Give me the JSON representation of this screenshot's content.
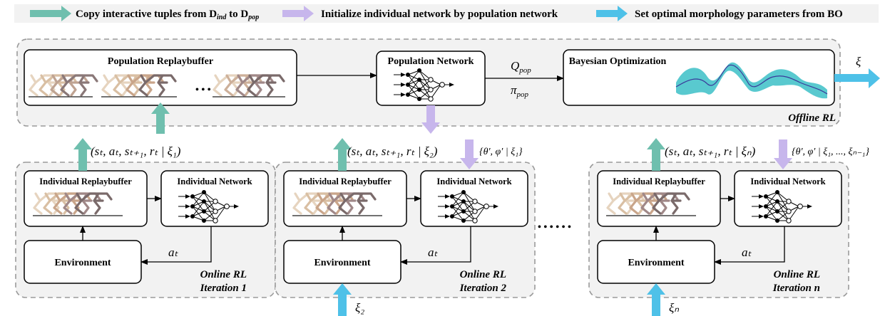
{
  "legend": {
    "copy_text": "Copy interactive tuples from D",
    "copy_sub1": "ind",
    "copy_mid": " to D",
    "copy_sub2": "pop",
    "init_text": "Initialize individual network by population network",
    "set_text": "Set optimal morphology parameters from BO"
  },
  "offline": {
    "replay_title": "Population Replaybuffer",
    "ellipsis": "• • •",
    "network_title": "Population Network",
    "q_label": "Q",
    "q_sub": "pop",
    "pi_label": "π",
    "pi_sub": "pop",
    "bo_title": "Bayesian Optimization",
    "xi_output": "ξ",
    "phase_label": "Offline RL"
  },
  "iterations": [
    {
      "tuple_text": "(s",
      "tuple": "(sₜ, aₜ, sₜ₊₁, rₜ | ξ₁)",
      "params": "",
      "replay_title": "Individual Replaybuffer",
      "network_title": "Individual Network",
      "env_title": "Environment",
      "action": "aₜ",
      "phase_line1": "Online RL",
      "phase_line2": "Iteration 1",
      "xi_input": ""
    },
    {
      "tuple": "(sₜ, aₜ, sₜ₊₁, rₜ | ξ₂)",
      "params": "{θ′, φ′ | ξ₁}",
      "replay_title": "Individual Replaybuffer",
      "network_title": "Individual Network",
      "env_title": "Environment",
      "action": "aₜ",
      "phase_line1": "Online RL",
      "phase_line2": "Iteration 2",
      "xi_input": "ξ₂"
    },
    {
      "tuple": "(sₜ, aₜ, sₜ₊₁, rₜ | ξₙ)",
      "params": "{θ′, φ′ | ξ₁, ..., ξₙ₋₁}",
      "replay_title": "Individual Replaybuffer",
      "network_title": "Individual Network",
      "env_title": "Environment",
      "action": "aₜ",
      "phase_line1": "Online RL",
      "phase_line2": "Iteration n",
      "xi_input": "ξₙ"
    }
  ],
  "middle_dots": "• • • • • •",
  "colors": {
    "teal_arrow": "#6fbfae",
    "lavender_arrow": "#c7b6ec",
    "blue_arrow": "#4ec1e8",
    "panel_bg": "#f2f2f2",
    "panel_border": "#9a9a9a",
    "walker_light": "#e2ccb0",
    "walker_mid": "#c9a58a",
    "walker_dark": "#7a6a6a",
    "bo_fill": "#59c9cf",
    "bo_line": "#3a3a9a"
  }
}
